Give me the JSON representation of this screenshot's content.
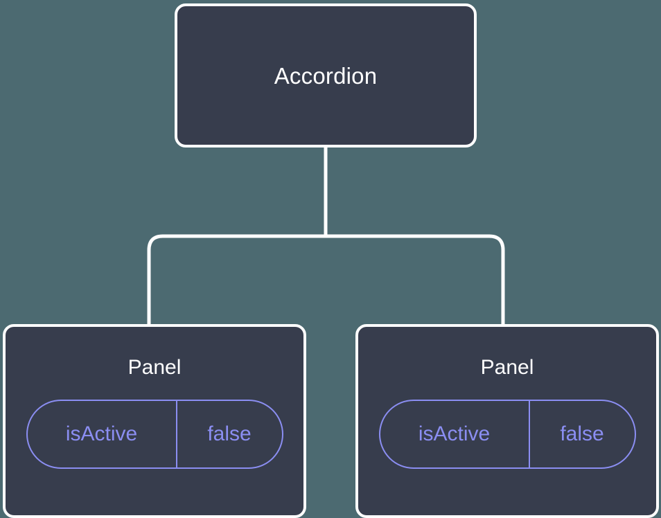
{
  "canvas": {
    "background_color": "#4c6a71",
    "node_fill_color": "#373d4d",
    "node_border_color": "#ffffff",
    "edge_color": "#ffffff",
    "prop_accent_color": "#8b8ef2"
  },
  "tree": {
    "root": {
      "label": "Accordion"
    },
    "children": [
      {
        "label": "Panel",
        "props": [
          {
            "key": "isActive",
            "value": "false"
          }
        ]
      },
      {
        "label": "Panel",
        "props": [
          {
            "key": "isActive",
            "value": "false"
          }
        ]
      }
    ]
  }
}
